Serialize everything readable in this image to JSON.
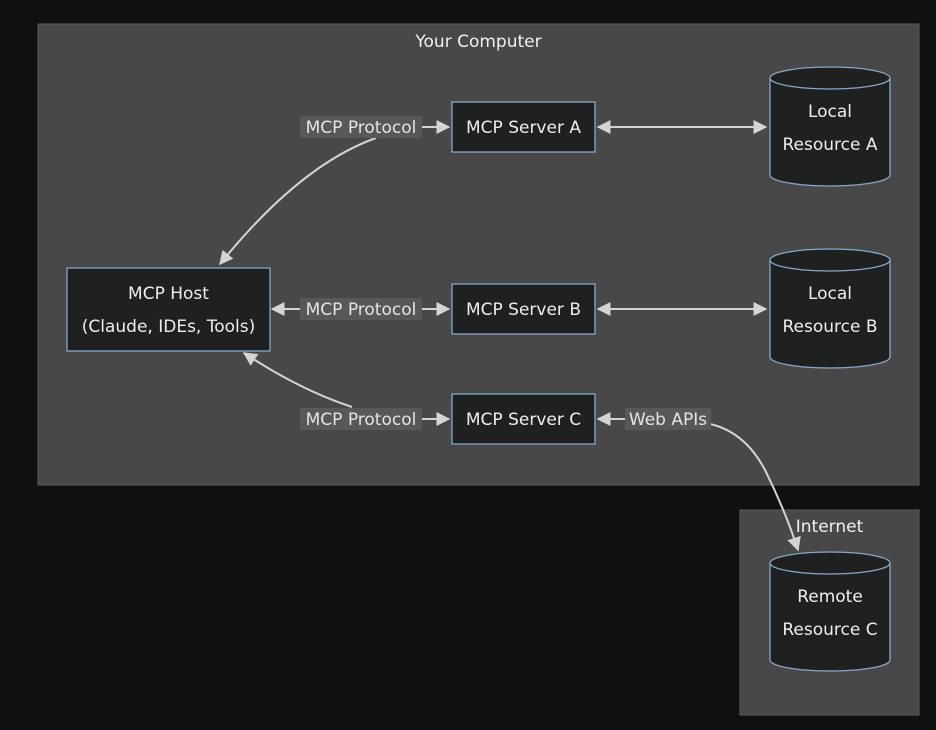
{
  "clusters": {
    "your_computer": "Your Computer",
    "internet": "Internet"
  },
  "nodes": {
    "host": [
      "MCP Host",
      "(Claude, IDEs, Tools)"
    ],
    "server_a": "MCP Server A",
    "server_b": "MCP Server B",
    "server_c": "MCP Server C",
    "resource_a": [
      "Local",
      "Resource A"
    ],
    "resource_b": [
      "Local",
      "Resource B"
    ],
    "resource_c": [
      "Remote",
      "Resource C"
    ]
  },
  "edges": {
    "host_server_a": "MCP Protocol",
    "host_server_b": "MCP Protocol",
    "host_server_c": "MCP Protocol",
    "server_c_remote": "Web APIs"
  },
  "colors": {
    "background": "#0f1012",
    "cluster_fill": "#484848",
    "node_fill": "#1f2020",
    "node_border": "#84a9cc",
    "edge": "#d4d4d4"
  }
}
